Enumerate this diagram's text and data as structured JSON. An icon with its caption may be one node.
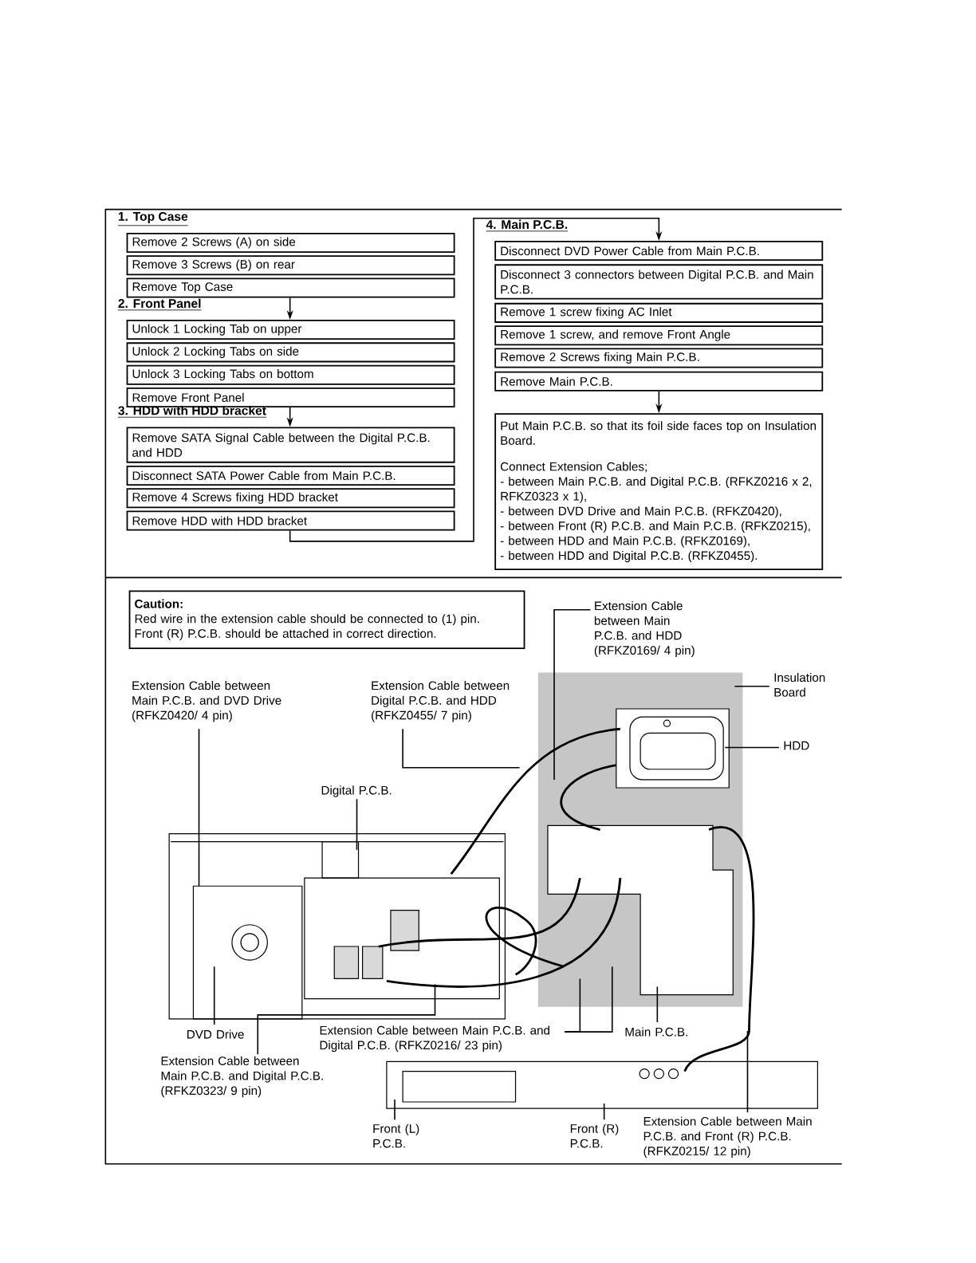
{
  "diagram": {
    "nodes": [
      {
        "text": [
          "Remove 2 Screws (A) on side"
        ]
      },
      {
        "text": [
          "Remove 3 Screws (B) on rear"
        ]
      },
      {
        "text": [
          "Remove Top Case"
        ]
      },
      {
        "text": [
          "Unlock 1 Locking Tab on upper"
        ]
      },
      {
        "text": [
          "Unlock 2 Locking Tabs on side"
        ]
      },
      {
        "text": [
          "Unlock 3 Locking Tabs on bottom"
        ]
      },
      {
        "text": [
          "Remove Front Panel"
        ]
      },
      {
        "text": [
          "Remove SATA Signal Cable between the Digital P.C.B. and HDD"
        ]
      },
      {
        "text": [
          "Disconnect SATA Power Cable from Main P.C.B."
        ]
      },
      {
        "text": [
          "Remove 4 Screws fixing HDD bracket"
        ]
      },
      {
        "text": [
          "Remove HDD with HDD bracket"
        ]
      },
      {
        "text": [
          "Disconnect DVD Power Cable from Main P.C.B."
        ]
      },
      {
        "text": [
          "Disconnect 3 connectors between Digital P.C.B. and Main P.C.B."
        ]
      },
      {
        "text": [
          "Remove 1 screw fixing AC Inlet"
        ]
      },
      {
        "text": [
          "Remove 1 screw, and remove Front Angle"
        ]
      },
      {
        "text": [
          "Remove 2 Screws fixing Main P.C.B."
        ]
      },
      {
        "text": [
          "Remove Main P.C.B."
        ]
      },
      {
        "text": [
          "Put Main P.C.B. so that its foil side faces top on Insulation Board.",
          "Connect Extension Cables;",
          "- between Main P.C.B. and Digital P.C.B. (RFKZ0216 x 2, RFKZ0323 x 1),",
          "- between DVD Drive and Main P.C.B. (RFKZ0420),",
          "- between Front (R) P.C.B. and Main P.C.B. (RFKZ0215),",
          "- between HDD and Main P.C.B. (RFKZ0169),",
          "- between HDD and Digital P.C.B. (RFKZ0455)."
        ]
      },
      {
        "text": [
          "Caution:",
          "Red wire in the extension cable should be connected to (1) pin.",
          "Front (R) P.C.B. should be attached in correct direction."
        ]
      },
      {
        "text": [
          "Extension Cable between Main P.C.B. and HDD (RFKZ0169/ 4 pin)"
        ]
      },
      {
        "text": [
          "Extension Cable between Main P.C.B. and DVD Drive (RFKZ0420/ 4 pin)"
        ]
      },
      {
        "text": [
          "Extension Cable between Digital P.C.B. and HDD (RFKZ0455/ 7 pin)"
        ]
      },
      {
        "text": [
          "Insulation Board"
        ]
      },
      {
        "text": [
          "HDD"
        ]
      },
      {
        "text": [
          "Digital P.C.B."
        ]
      },
      {
        "text": [
          "DVD Drive"
        ]
      },
      {
        "text": [
          "Extension Cable between Main P.C.B. and Digital P.C.B. (RFKZ0216/ 23 pin)"
        ]
      },
      {
        "text": [
          "Main P.C.B."
        ]
      },
      {
        "text": [
          "Extension Cable between Main P.C.B. and Digital P.C.B. (RFKZ0323/ 9 pin)"
        ]
      },
      {
        "text": [
          "Front (L) P.C.B."
        ]
      },
      {
        "text": [
          "Front (R) P.C.B."
        ]
      },
      {
        "text": [
          "Extension Cable between Main P.C.B. and Front (R) P.C.B. (RFKZ0215/ 12 pin)"
        ]
      }
    ],
    "edges": [
      {
        "from": 2,
        "to": 3,
        "arrow": "to"
      },
      {
        "from": 6,
        "to": 7,
        "arrow": "to"
      },
      {
        "from": 10,
        "to": 11,
        "arrow": "to"
      },
      {
        "from": 16,
        "to": 17,
        "arrow": "to"
      },
      {
        "from": 19,
        "to": null,
        "arrow": "none"
      },
      {
        "from": 20,
        "to": null,
        "arrow": "none"
      },
      {
        "from": 21,
        "to": null,
        "arrow": "none"
      },
      {
        "from": 22,
        "to": null,
        "arrow": "none"
      },
      {
        "from": 23,
        "to": null,
        "arrow": "none"
      },
      {
        "from": 24,
        "to": null,
        "arrow": "none"
      },
      {
        "from": 25,
        "to": null,
        "arrow": "none"
      },
      {
        "from": 26,
        "to": null,
        "arrow": "none"
      },
      {
        "from": 26,
        "to": null,
        "arrow": "none"
      },
      {
        "from": 27,
        "to": null,
        "arrow": "none"
      },
      {
        "from": 28,
        "to": null,
        "arrow": "none"
      },
      {
        "from": 29,
        "to": null,
        "arrow": "none"
      },
      {
        "from": 30,
        "to": null,
        "arrow": "none"
      },
      {
        "from": 31,
        "to": null,
        "arrow": "none"
      }
    ],
    "labels": [
      "1. Top Case",
      "2. Front Panel",
      "3. HDD with HDD bracket",
      "4. Main P.C.B."
    ]
  }
}
